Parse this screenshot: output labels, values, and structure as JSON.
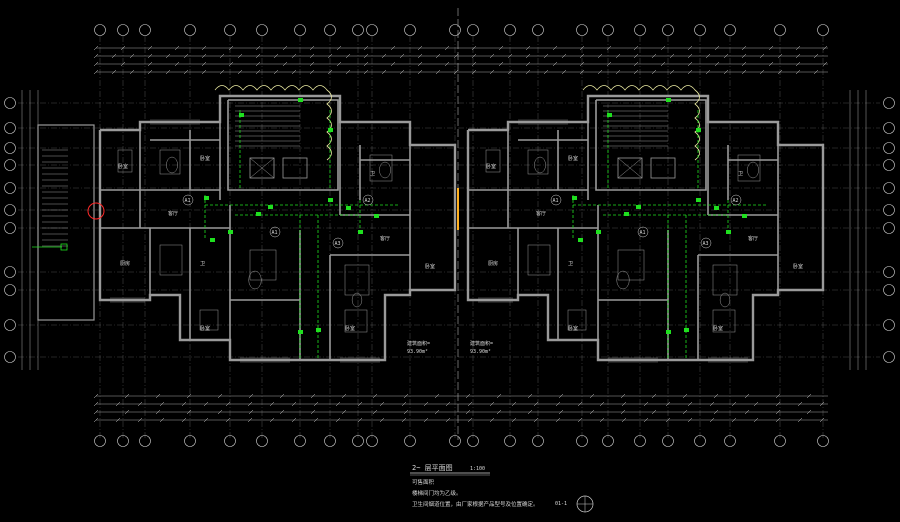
{
  "drawing": {
    "title": "2~ 层平面图",
    "scale": "1:100",
    "area_label": "可售面积",
    "area_value": "",
    "note1": "楼梯间门均为乙级。",
    "note2": "卫生间烟道位置，由厂家根据产品型号及位置确定。",
    "sheet_code": "01-1"
  },
  "room_labels": {
    "bedroom": "卧室",
    "living": "客厅",
    "kitchen": "厨房",
    "bath": "卫",
    "unit_a1": "A1",
    "unit_a2": "A2",
    "unit_a3": "A3"
  },
  "area_notes": {
    "left_1": "建筑面积=",
    "left_2": "93.90m²",
    "right_1": "建筑面积=",
    "right_2": "93.90m²"
  },
  "colors": {
    "background": "#000000",
    "wall": "#9a9a9a",
    "grid": "#cfcfcf",
    "electrical": "#1fe01f",
    "cloud": "#e8e8a0",
    "marker": "#ff2a2a",
    "accent": "#ffb020"
  }
}
